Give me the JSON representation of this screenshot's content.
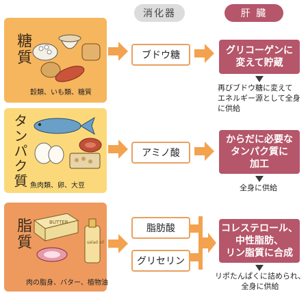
{
  "headers": {
    "digest": "消化器",
    "liver": "肝 臓"
  },
  "rows": [
    {
      "title": "糖質",
      "foods": "穀類、いも類、糖質",
      "digest": [
        "ブドウ糖"
      ],
      "liver": "グリコーゲンに\n変えて貯蔵",
      "note": "再びブドウ糖に変えて\nエネルギー源として全身\nに供給"
    },
    {
      "title": "タンパク質",
      "foods": "魚肉類、卵、大豆",
      "digest": [
        "アミノ酸"
      ],
      "liver": "からだに必要な\nタンパク質に\n加工",
      "note": "全身に供給"
    },
    {
      "title": "脂質",
      "foods": "肉の脂身、バター、植物油",
      "digest": [
        "脂肪酸",
        "グリセリン"
      ],
      "liver": "コレステロール、\n中性脂肪、\nリン脂質に合成",
      "note": "リポたんぱくに詰められ、\n全身に供給"
    }
  ],
  "food_labels": {
    "butter": "BUTTER",
    "oil": "salad oil"
  },
  "colors": {
    "row1_bg": "#f6b65e",
    "row2_bg": "#fbd97a",
    "row3_bg": "#ee9a5f",
    "arrow": "#f3a24f",
    "liver_box": "#b5566a",
    "box_border": "#e8a060"
  }
}
